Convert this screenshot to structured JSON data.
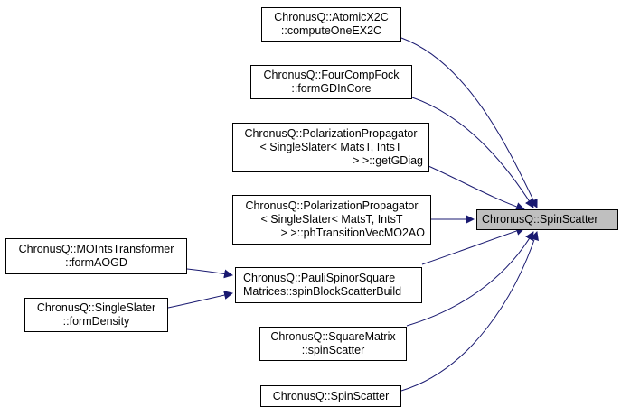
{
  "target": {
    "label": "ChronusQ::SpinScatter"
  },
  "callers": [
    {
      "lines": [
        "ChronusQ::AtomicX2C",
        "::computeOneEX2C"
      ]
    },
    {
      "lines": [
        "ChronusQ::FourCompFock",
        "::formGDInCore"
      ]
    },
    {
      "lines": [
        "ChronusQ::PolarizationPropagator",
        "< SingleSlater< MatsT, IntsT",
        "> >::getGDiag"
      ]
    },
    {
      "lines": [
        "ChronusQ::PolarizationPropagator",
        "< SingleSlater< MatsT, IntsT",
        "> >::phTransitionVecMO2AO"
      ]
    },
    {
      "lines": [
        "ChronusQ::PauliSpinorSquare",
        "Matrices::spinBlockScatterBuild"
      ]
    },
    {
      "lines": [
        "ChronusQ::SquareMatrix",
        "::spinScatter"
      ]
    },
    {
      "lines": [
        "ChronusQ::SpinScatter"
      ]
    }
  ],
  "indirect_callers": [
    {
      "lines": [
        "ChronusQ::MOIntsTransformer",
        "::formAOGD"
      ]
    },
    {
      "lines": [
        "ChronusQ::SingleSlater",
        "::formDensity"
      ]
    }
  ],
  "colors": {
    "edge": "#191970",
    "target_fill": "#bfbfbf",
    "node_border": "#000000"
  }
}
